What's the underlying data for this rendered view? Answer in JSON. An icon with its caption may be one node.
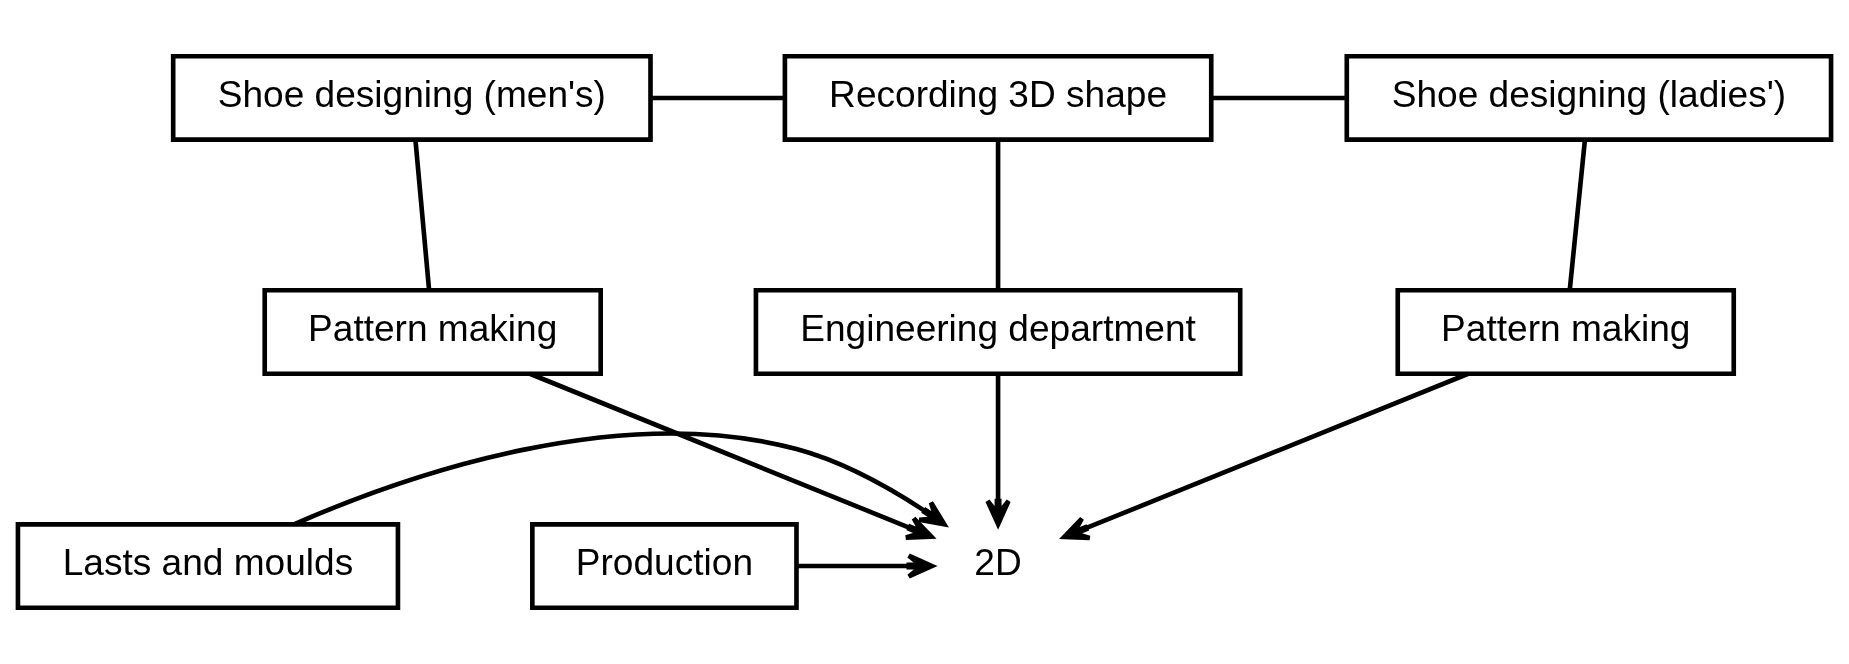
{
  "diagram": {
    "nodes": [
      {
        "text": [
          "Shoe designing (men's)"
        ]
      },
      {
        "text": [
          "Recording 3D shape"
        ]
      },
      {
        "text": [
          "Shoe designing (ladies')"
        ]
      },
      {
        "text": [
          "Pattern making"
        ]
      },
      {
        "text": [
          "Engineering department"
        ]
      },
      {
        "text": [
          "Pattern making"
        ]
      },
      {
        "text": [
          "Lasts and moulds"
        ]
      },
      {
        "text": [
          "Production"
        ]
      },
      {
        "text": [
          "2D"
        ]
      }
    ],
    "edges": [
      {
        "from": 0,
        "to": 1,
        "arrow": "none"
      },
      {
        "from": 1,
        "to": 2,
        "arrow": "none"
      },
      {
        "from": 0,
        "to": 3,
        "arrow": "none"
      },
      {
        "from": 1,
        "to": 4,
        "arrow": "none"
      },
      {
        "from": 2,
        "to": 5,
        "arrow": "none"
      },
      {
        "from": 3,
        "to": 8,
        "arrow": "to"
      },
      {
        "from": 4,
        "to": 8,
        "arrow": "to"
      },
      {
        "from": 5,
        "to": 8,
        "arrow": "to"
      },
      {
        "from": 6,
        "to": 8,
        "arrow": "to"
      },
      {
        "from": 7,
        "to": 8,
        "arrow": "to"
      }
    ]
  }
}
